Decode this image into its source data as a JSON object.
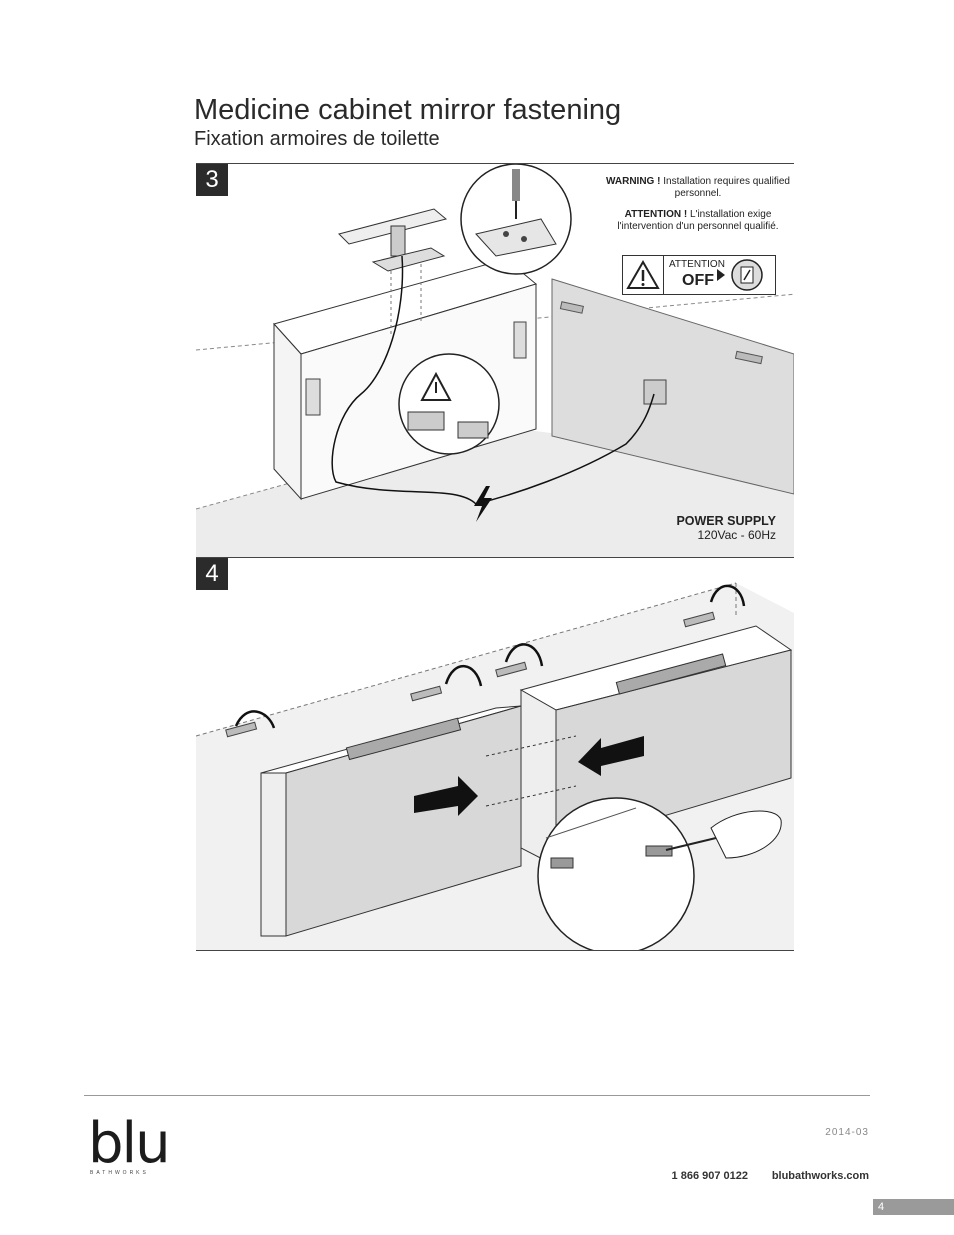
{
  "header": {
    "title": "Medicine cabinet mirror fastening",
    "subtitle": "Fixation armoires de toilette"
  },
  "step3": {
    "number": "3",
    "warning_en_label": "WARNING !",
    "warning_en_text": "Installation requires qualified personnel.",
    "warning_fr_label": "ATTENTION !",
    "warning_fr_text": "L'installation exige l'intervention d'un personnel qualifié.",
    "attention_label": "ATTENTION",
    "off_label": "OFF",
    "power_supply_label": "POWER SUPPLY",
    "power_supply_value": "120Vac - 60Hz"
  },
  "step4": {
    "number": "4"
  },
  "footer": {
    "logo_text": "blu",
    "logo_subtext": "BATHWORKS",
    "date": "2014-03",
    "phone": "1 866 907 0122",
    "website": "blubathworks.com",
    "page_number": "4"
  },
  "icons": [
    "warning-triangle-icon",
    "light-switch-icon",
    "lightning-bolt-icon",
    "rotate-arrow-icon",
    "screwdriver-icon",
    "direction-arrow-icon"
  ]
}
